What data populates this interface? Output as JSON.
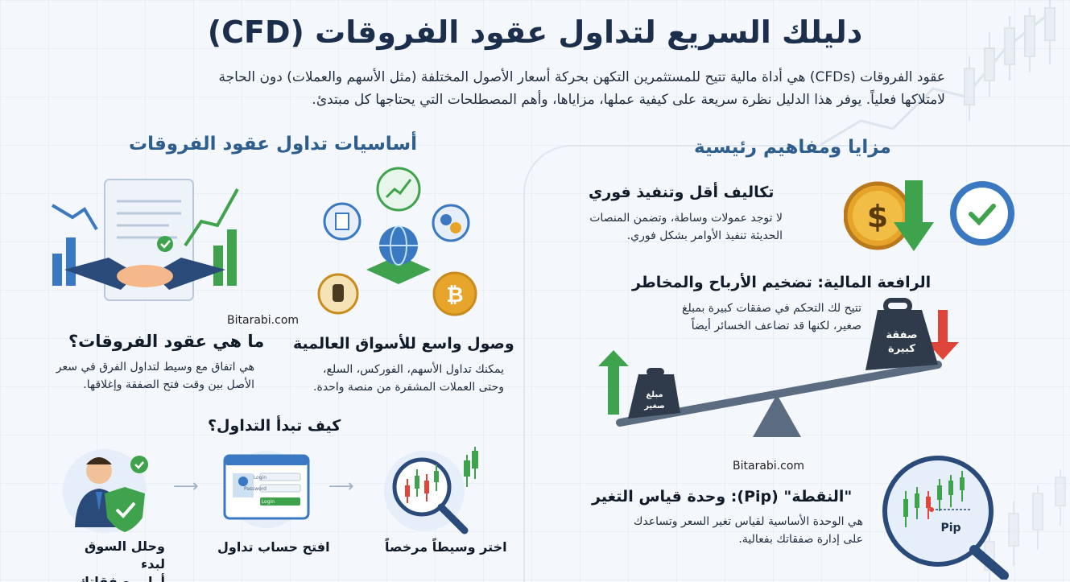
{
  "title": "دليلك السريع لتداول عقود الفروقات (CFD)",
  "intro": {
    "line1": "عقود الفروقات (CFDs) هي أداة مالية تتيح للمستثمرين التكهن بحركة أسعار الأصول المختلفة (مثل الأسهم والعملات) دون الحاجة",
    "line2": "لامتلاكها فعلياً. يوفر هذا الدليل نظرة سريعة على كيفية عملها، مزاياها، وأهم المصطلحات التي يحتاجها كل مبتدئ."
  },
  "left": {
    "section_title": "أساسيات تداول عقود الفروقات",
    "what_is": {
      "title": "ما هي عقود الفروقات؟",
      "line1": "هي اتفاق مع وسيط لتداول الفرق في سعر",
      "line2": "الأصل بين وقت فتح الصفقة وإغلاقها."
    },
    "markets": {
      "title": "وصول واسع للأسواق العالمية",
      "line1": "يمكنك تداول الأسهم، الفوركس، السلع،",
      "line2": "وحتى العملات المشفرة من منصة واحدة."
    },
    "watermark": "Bitarabi.com",
    "how_start": {
      "title": "كيف تبدأ التداول؟",
      "step1": "اختر وسيطاً مرخصاً",
      "step2": "افتح حساب تداول",
      "step3_line1": "وحلل السوق لبدء",
      "step3_line2": "أولى صفقاتك.",
      "login_labels": [
        "Login",
        "Password",
        "Login"
      ]
    }
  },
  "right": {
    "section_title": "مزايا ومفاهيم رئيسية",
    "costs": {
      "title": "تكاليف أقل وتنفيذ فوري",
      "line1": "لا توجد عمولات وساطة، وتضمن المنصات",
      "line2": "الحديثة تنفيذ الأوامر بشكل فوري."
    },
    "leverage": {
      "title": "الرافعة المالية: تضخيم الأرباح والمخاطر",
      "line1": "تتيح لك التحكم في صفقات كبيرة بمبلغ",
      "line2": "صغير، لكنها قد تضاعف الخسائر أيضاً",
      "big_weight_line1": "صفقة",
      "big_weight_line2": "كبيرة",
      "small_weight_line1": "مبلغ",
      "small_weight_line2": "صغير"
    },
    "watermark": "Bitarabi.com",
    "pip": {
      "title": "\"النقطة\" (Pip): وحدة قياس التغير",
      "line1": "هي الوحدة الأساسية لقياس تغير السعر وتساعدك",
      "line2": "على إدارة صفقاتك بفعالية.",
      "label": "Pip"
    }
  },
  "colors": {
    "title": "#1b2f4d",
    "section": "#2d5e8e",
    "green": "#3fa34d",
    "red": "#e0453a",
    "gold": "#e6a52a"
  }
}
